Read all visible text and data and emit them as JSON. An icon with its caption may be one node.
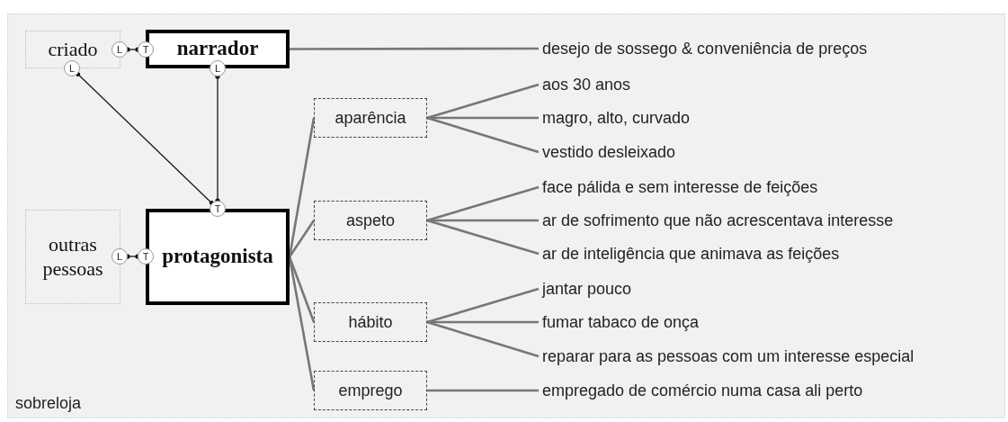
{
  "diagram": {
    "nodes": [
      {
        "text": [
          "sobreloja"
        ]
      },
      {
        "text": [
          "criado"
        ],
        "in": 0
      },
      {
        "text": [
          "narrador"
        ],
        "in": 0
      },
      {
        "text": [
          "outras pessoas"
        ],
        "in": 0
      },
      {
        "text": [
          "protagonista"
        ],
        "in": 0
      },
      {
        "text": [
          "aparência"
        ],
        "in": 0
      },
      {
        "text": [
          "aspeto"
        ],
        "in": 0
      },
      {
        "text": [
          "hábito"
        ],
        "in": 0
      },
      {
        "text": [
          "emprego"
        ],
        "in": 0
      },
      {
        "text": [
          "desejo de sossego & conveniência de preços"
        ],
        "in": 0
      },
      {
        "text": [
          "aos 30 anos"
        ],
        "in": 0
      },
      {
        "text": [
          "magro, alto, curvado"
        ],
        "in": 0
      },
      {
        "text": [
          "vestido desleixado"
        ],
        "in": 0
      },
      {
        "text": [
          "face pálida e sem interesse de feições"
        ],
        "in": 0
      },
      {
        "text": [
          "ar de sofrimento que não acrescentava interesse"
        ],
        "in": 0
      },
      {
        "text": [
          "ar de inteligência que animava as feições"
        ],
        "in": 0
      },
      {
        "text": [
          "jantar pouco"
        ],
        "in": 0
      },
      {
        "text": [
          "fumar tabaco de onça"
        ],
        "in": 0
      },
      {
        "text": [
          "reparar para as pessoas com um interesse especial"
        ],
        "in": 0
      },
      {
        "text": [
          "empregado de comércio numa casa ali perto"
        ],
        "in": 0
      },
      {
        "text": [
          "L"
        ],
        "in": 0
      },
      {
        "text": [
          "T"
        ],
        "in": 0
      },
      {
        "text": [
          "L"
        ],
        "in": 0
      },
      {
        "text": [
          "L"
        ],
        "in": 0
      },
      {
        "text": [
          "T"
        ],
        "in": 0
      },
      {
        "text": [
          "L"
        ],
        "in": 0
      },
      {
        "text": [
          "T"
        ],
        "in": 0
      }
    ],
    "edges": [
      {
        "from": 20,
        "to": 21,
        "arrow": "other",
        "color": "#1a1a1a"
      },
      {
        "from": 22,
        "to": 24,
        "arrow": "other",
        "color": "#1a1a1a"
      },
      {
        "from": 23,
        "to": 24,
        "arrow": "other",
        "color": "#1a1a1a"
      },
      {
        "from": 25,
        "to": 26,
        "arrow": "other",
        "color": "#1a1a1a"
      },
      {
        "from": 2,
        "to": 9,
        "arrow": "none"
      },
      {
        "from": 4,
        "to": 5,
        "arrow": "none"
      },
      {
        "from": 4,
        "to": 6,
        "arrow": "none"
      },
      {
        "from": 4,
        "to": 7,
        "arrow": "none"
      },
      {
        "from": 4,
        "to": 8,
        "arrow": "none"
      },
      {
        "from": 5,
        "to": 10,
        "arrow": "none"
      },
      {
        "from": 5,
        "to": 11,
        "arrow": "none"
      },
      {
        "from": 5,
        "to": 12,
        "arrow": "none"
      },
      {
        "from": 6,
        "to": 13,
        "arrow": "none"
      },
      {
        "from": 6,
        "to": 14,
        "arrow": "none"
      },
      {
        "from": 6,
        "to": 15,
        "arrow": "none"
      },
      {
        "from": 7,
        "to": 16,
        "arrow": "none"
      },
      {
        "from": 7,
        "to": 17,
        "arrow": "none"
      },
      {
        "from": 7,
        "to": 18,
        "arrow": "none"
      },
      {
        "from": 8,
        "to": 19,
        "arrow": "none"
      }
    ]
  }
}
